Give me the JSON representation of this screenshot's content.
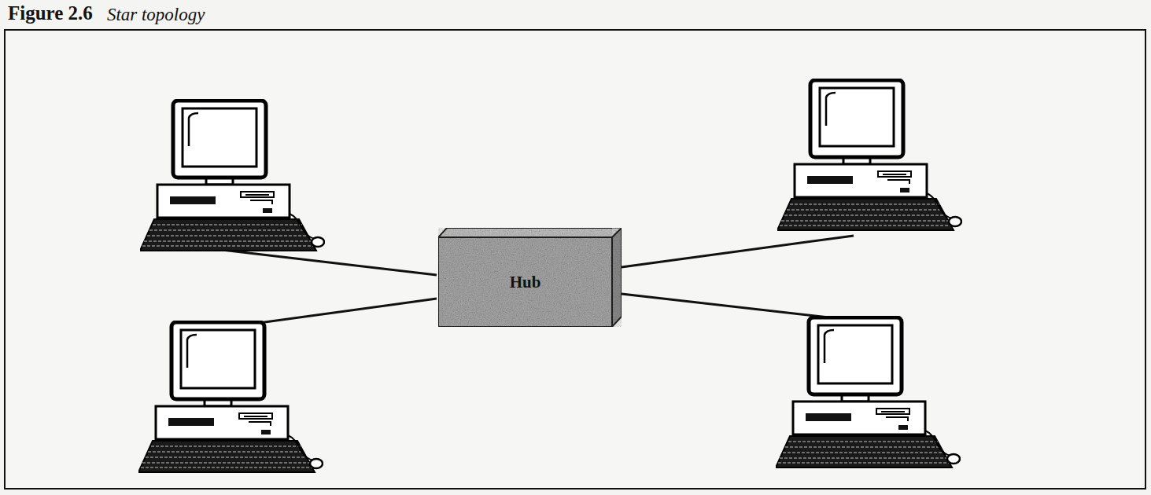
{
  "diagram": {
    "caption": "Star topology",
    "nodes": [
      {
        "text": [
          "Hub"
        ]
      }
    ],
    "labels": [
      "Figure 2.6"
    ]
  }
}
